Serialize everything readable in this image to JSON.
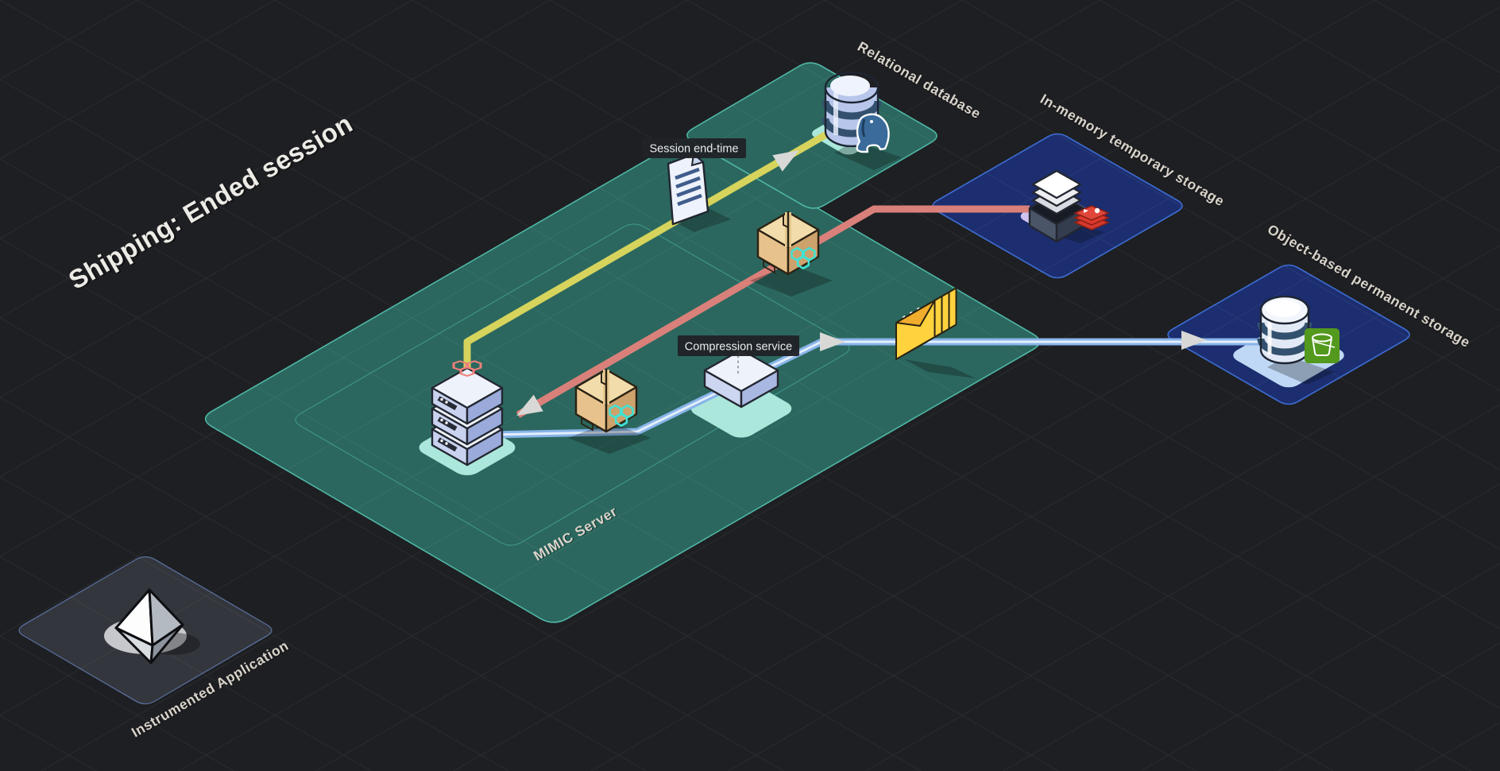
{
  "scene": {
    "title": "Shipping: Ended session"
  },
  "platforms": {
    "mimic": {
      "label": "MIMIC Server"
    },
    "relational": {
      "label": "Relational database"
    },
    "inmemory": {
      "label": "In-memory temporary storage"
    },
    "objectstore": {
      "label": "Object-based permanent storage"
    },
    "instrumented": {
      "label": "Instrumented Application"
    }
  },
  "connectors": {
    "session_end_time": {
      "label": "Session end-time",
      "color": "#d6d45c"
    },
    "raw_event_stream": {
      "label": "",
      "color": "#d9807a"
    },
    "compressed_stream": {
      "label": "Compression service",
      "color": "#88b4e9"
    }
  },
  "icons": {
    "server": "server-rack-icon",
    "document": "document-icon",
    "package": "package-box-icon",
    "compression": "compression-box-icon",
    "envelopes": "mail-stack-icon",
    "postgres": "postgresql-database-icon",
    "redis": "redis-cache-icon",
    "bucket": "storage-bucket-icon",
    "app": "octahedron-app-icon"
  },
  "palette": {
    "bg": "#1e1f22",
    "teal-fill": "#2b675e",
    "teal-border": "#4fb6a5",
    "navy-fill": "#1c2e6f",
    "navy-border": "#3d6cd0",
    "gray-fill": "#34373d",
    "gray-border": "#5b719f",
    "hl-teal": "#abe7db",
    "hl-purple": "#cec3f1",
    "hl-blue": "#bfd8f5",
    "line-yellow": "#d6d45c",
    "line-red": "#d9807a",
    "line-blue": "#88b4e9",
    "line-blue-core": "#e2eefb",
    "arrow": "#d8d8d6",
    "chip-bg": "#202226",
    "chip-text": "#e9ecef",
    "label": "#d9d4cb",
    "title": "#edebe6"
  }
}
